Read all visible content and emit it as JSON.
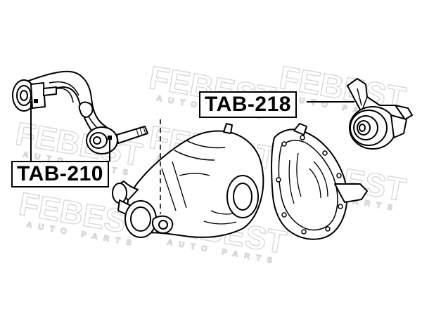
{
  "watermark": {
    "brand": "FEBEST",
    "tagline": "AUTO PARTS"
  },
  "labels": {
    "tab210": "TAB-210",
    "tab218": "TAB-218"
  },
  "colors": {
    "ink": "#000000",
    "watermark": "#d6d6d6",
    "background": "#ffffff"
  }
}
